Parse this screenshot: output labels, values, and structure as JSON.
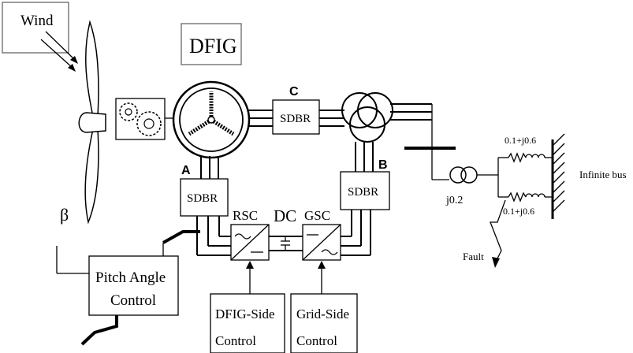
{
  "labels": {
    "wind": "Wind",
    "dfig": "DFIG",
    "point_c": "C",
    "point_a": "A",
    "point_b": "B",
    "sdbr_top": "SDBR",
    "sdbr_left": "SDBR",
    "sdbr_right": "SDBR",
    "rsc": "RSC",
    "dc": "DC",
    "gsc": "GSC",
    "beta": "β",
    "pitch_line1": "Pitch Angle",
    "pitch_line2": "Control",
    "dfig_side_line1": "DFIG-Side",
    "dfig_side_line2": "Control",
    "grid_side_line1": "Grid-Side",
    "grid_side_line2": "Control",
    "impedance_upper": "0.1+j0.6",
    "impedance_lower": "0.1+j0.6",
    "transformer_reactance": "j0.2",
    "fault": "Fault",
    "infinite_bus": "Infinite bus"
  }
}
